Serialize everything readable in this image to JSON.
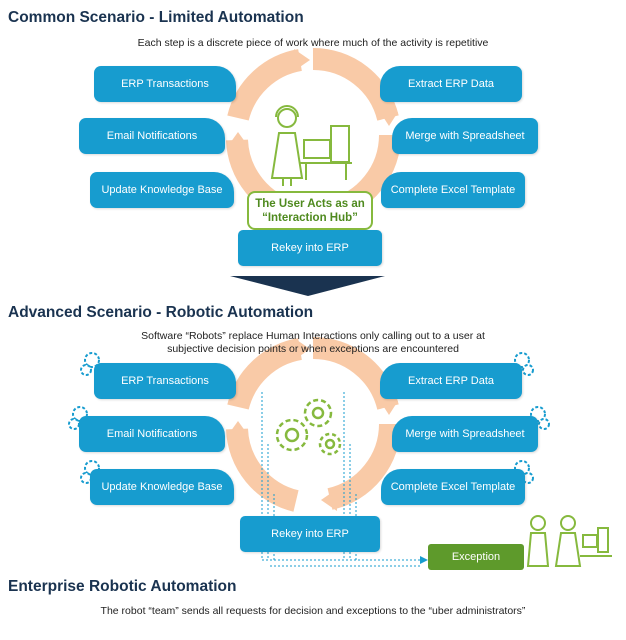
{
  "section1": {
    "title": "Common Scenario - Limited Automation",
    "subtitle": "Each step is a discrete piece of work where much of the activity is repetitive",
    "left_steps": [
      "ERP Transactions",
      "Email Notifications",
      "Update Knowledge Base"
    ],
    "right_steps": [
      "Extract ERP Data",
      "Merge with Spreadsheet",
      "Complete Excel Template"
    ],
    "bottom_step": "Rekey into ERP",
    "callout_line1": "The User Acts as an",
    "callout_line2": "“Interaction Hub”"
  },
  "section2": {
    "title": "Advanced Scenario - Robotic Automation",
    "subtitle_line1": "Software “Robots” replace Human Interactions only calling out to a user at",
    "subtitle_line2": "subjective decision points or when exceptions are encountered",
    "left_steps": [
      "ERP Transactions",
      "Email Notifications",
      "Update Knowledge Base"
    ],
    "right_steps": [
      "Extract ERP Data",
      "Merge with Spreadsheet",
      "Complete Excel Template"
    ],
    "bottom_step": "Rekey into ERP",
    "exception_label": "Exception"
  },
  "section3": {
    "title": "Enterprise Robotic Automation",
    "subtitle": "The robot “team” sends all requests for decision and exceptions to the “uber administrators”"
  },
  "colors": {
    "step_blue": "#179ccf",
    "ring_peach": "#f9caa7",
    "accent_green": "#86b93e",
    "heading_navy": "#1a3350",
    "arrow_navy": "#1a3350"
  },
  "icons": [
    "person-headset-icon",
    "computer-icon",
    "gears-icon",
    "gear-icon",
    "people-icon",
    "down-arrow-icon"
  ]
}
